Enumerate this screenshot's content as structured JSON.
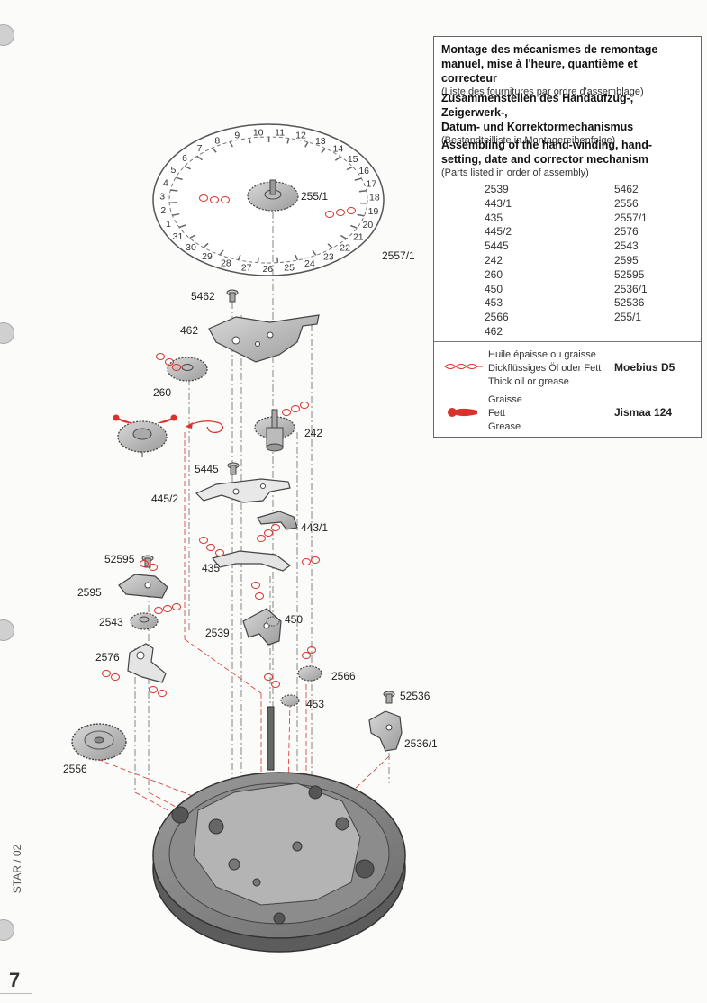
{
  "legend": {
    "fr_title": "Montage des mécanismes de remontage manuel, mise à l'heure, quantième et correcteur",
    "fr_title_l1": "Montage des mécanismes de remontage",
    "fr_title_l2": "manuel, mise à l'heure, quantième et correcteur",
    "fr_sub": "(Liste des fournitures par ordre d'assemblage)",
    "de_title_l1": "Zusammenstellen des Handaufzug-, Zeigerwerk-,",
    "de_title_l2": "Datum- und Korrektormechanismus",
    "de_sub": "(Bestandteilliste in Montagereihenfolge)",
    "en_title_l1": "Assembling of the hand-winding, hand-",
    "en_title_l2": "setting, date and corrector mechanism",
    "en_sub": "(Parts listed in order of assembly)",
    "parts_col1": [
      "2539",
      "443/1",
      "435",
      "445/2",
      "5445",
      "242",
      "260",
      "450",
      "453",
      "2566",
      "462"
    ],
    "parts_col2": [
      "5462",
      "2556",
      "2557/1",
      "2576",
      "2543",
      "2595",
      "52595",
      "2536/1",
      "52536",
      "255/1"
    ],
    "lubricants": [
      {
        "lines": [
          "Huile épaisse ou graisse",
          "Dickflüssiges Öl oder Fett",
          "Thick oil or grease"
        ],
        "product": "Moebius D5",
        "icon": "open-drops-icon",
        "color": "#d9312c"
      },
      {
        "lines": [
          "Graisse",
          "Fett",
          "Grease"
        ],
        "product": "Jismaa 124",
        "icon": "grease-drop-icon",
        "color": "#d9312c"
      }
    ]
  },
  "labels": {
    "p255_1": "255/1",
    "p2557_1": "2557/1",
    "p5462": "5462",
    "p462": "462",
    "p260": "260",
    "p242": "242",
    "p5445": "5445",
    "p445_2": "445/2",
    "p443_1": "443/1",
    "p435": "435",
    "p52595": "52595",
    "p2595": "2595",
    "p2543": "2543",
    "p450": "450",
    "p2539": "2539",
    "p2576": "2576",
    "p2566": "2566",
    "p453": "453",
    "p52536": "52536",
    "p2536_1": "2536/1",
    "p2556": "2556"
  },
  "date_numbers": [
    "1",
    "2",
    "3",
    "4",
    "5",
    "6",
    "7",
    "8",
    "9",
    "10",
    "11",
    "12",
    "13",
    "14",
    "15",
    "16",
    "17",
    "18",
    "19",
    "20",
    "21",
    "22",
    "23",
    "24",
    "25",
    "26",
    "27",
    "28",
    "29",
    "30",
    "31"
  ],
  "footer": {
    "page_number": "7",
    "doc_code": "STAR / 02"
  },
  "colors": {
    "accent_red": "#d9312c",
    "line_gray": "#555555"
  }
}
